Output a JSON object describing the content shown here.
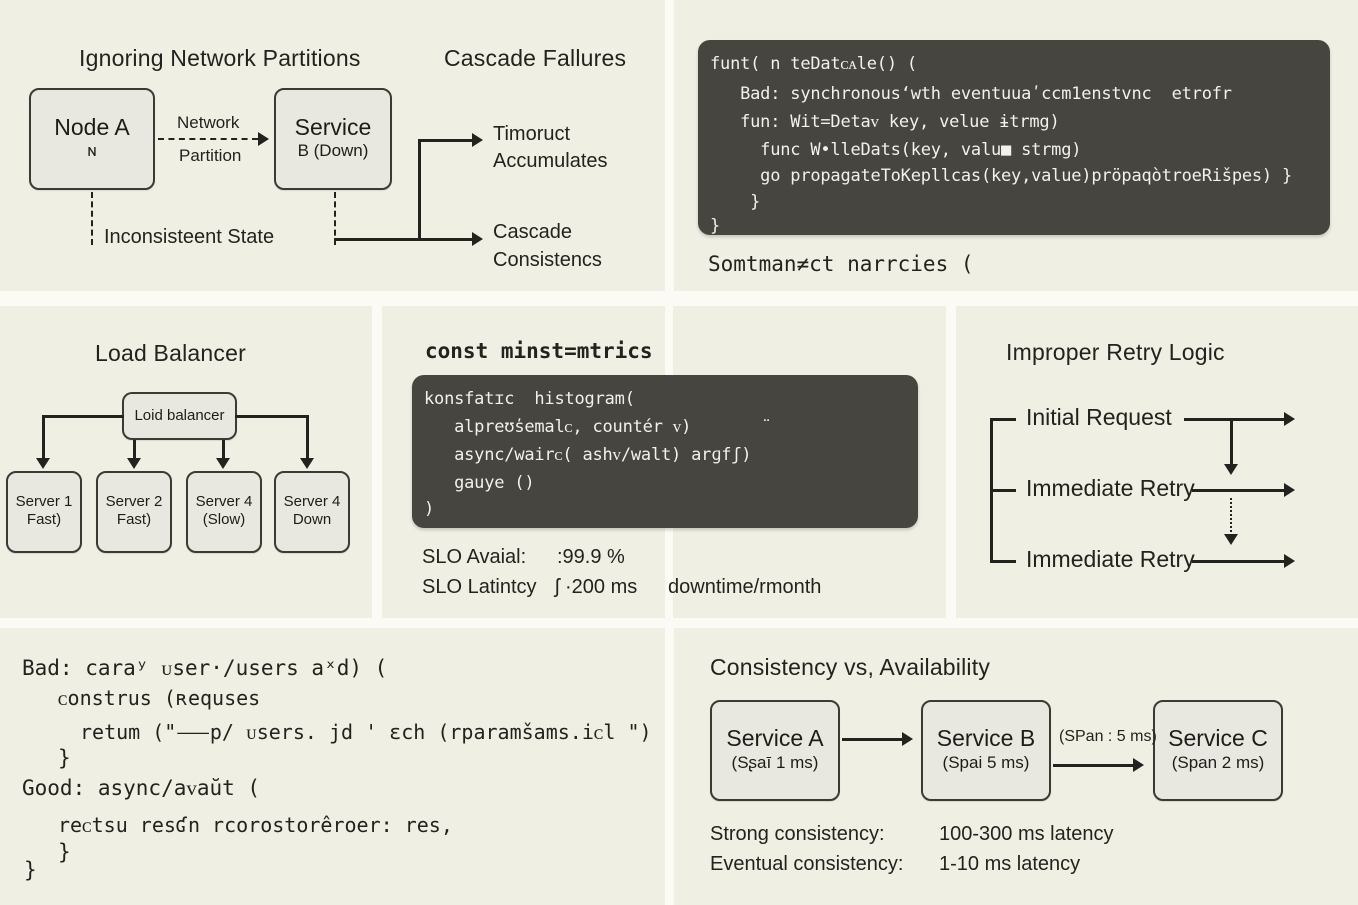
{
  "board": {
    "background": "#fbfaf5",
    "panel_background": "#f0efe4",
    "ink": "#23221e",
    "node_fill": "#e9e8e0",
    "code_background": "#46453f",
    "code_text": "#f2f1ea"
  },
  "panels": {
    "network_partitions": {
      "title": "Ignoring Network Partitions",
      "nodes": [
        {
          "line1": "Node A",
          "line2": "ɴ"
        },
        {
          "line1": "Service",
          "line2": "B (Down)"
        }
      ],
      "edge_label_line1": "Network",
      "edge_label_line2": "Partition",
      "inconsistent_label": "Inconsisteent State"
    },
    "cascade_failures": {
      "title": "Cascade Fallures",
      "branches": [
        {
          "line1": "Timoruct",
          "line2": "Accumulates"
        },
        {
          "line1": "Cascade",
          "line2": "Consistencs"
        }
      ]
    },
    "sync_code": {
      "lines": [
        "funt( n teDatᴄᴀle() (",
        "   Bad: synchronous‘wth eventuuaʹccm1enstvnc  etrofr",
        "   fun: Wit=Detaᴠ key, velue ɨtrmg)",
        "     func W•lleDats(key, valu■ strmg)",
        "     go propagateToKepllcas(key,value)pröpaqòtroeRišpes) }",
        "    }",
        "}"
      ],
      "caption": "Somtman≠ct narrcies ("
    },
    "load_balancer": {
      "title": "Load Balancer",
      "root": "Loid balancer",
      "servers": [
        {
          "line1": "Server 1",
          "line2": "Fast)"
        },
        {
          "line1": "Server 2",
          "line2": "Fast)"
        },
        {
          "line1": "Server 4",
          "line2": "(Slow)"
        },
        {
          "line1": "Server 4",
          "line2": "Down"
        }
      ]
    },
    "metrics": {
      "heading": "const minst=mtrics",
      "code_lines": [
        "konsfatɪc  histogram(",
        "   alpreʊs̕emalᴄ, countér ᴠ)       ¨",
        "   async/wairᴄ( ashᴠ/walt) arɡfʃ)",
        "   gauye ()",
        ")"
      ],
      "slo_rows": [
        {
          "label": "SLO Avaial:",
          "value": ":99.9 %",
          "extra": ""
        },
        {
          "label": "SLO Latintcy",
          "value": "ʃ ·200 ms",
          "extra": "downtime/rmonth"
        }
      ]
    },
    "retry_logic": {
      "title": "Improper Retry Logic",
      "steps": [
        "Initial Request",
        "Immediate Retry",
        "Immediate Retry"
      ]
    },
    "async_code": {
      "lines": [
        {
          "prefix": "Bad:",
          "rest": " caraʸ ᴜser·/users aˣd) (",
          "indent": 0
        },
        {
          "prefix": "",
          "rest": "ᴄonstrus (ʀequses",
          "indent": 1
        },
        {
          "prefix": "",
          "rest": "retum (\"⸺p/ ᴜsers. јd ' ɛch (rparamšams.iᴄl \")",
          "indent": 2
        },
        {
          "prefix": "",
          "rest": "}",
          "indent": 1
        },
        {
          "prefix": "Good:",
          "rest": " async/aᴠaŭt (",
          "indent": 0
        },
        {
          "prefix": "",
          "rest": "reᴄtsu resʛn rcorostorêroer: rеs,",
          "indent": 1
        },
        {
          "prefix": "",
          "rest": "}",
          "indent": 1
        },
        {
          "prefix": "",
          "rest": "}",
          "indent": 0
        }
      ]
    },
    "consistency": {
      "title": "Consistency vs, Availability",
      "services": [
        {
          "line1": "Service A",
          "line2": "(Sʂaī 1 ms)"
        },
        {
          "line1": "Service B",
          "line2": "(Spai 5 ms)"
        },
        {
          "line1": "Service C",
          "line2": "(Span 2 ms)"
        }
      ],
      "span_label": "(SPan : 5 ms)",
      "summary": [
        {
          "label": "Strong consistency:",
          "value": "100-300 ms latency"
        },
        {
          "label": "Eventual consistency:",
          "value": "1-10 ms latency"
        }
      ]
    }
  }
}
